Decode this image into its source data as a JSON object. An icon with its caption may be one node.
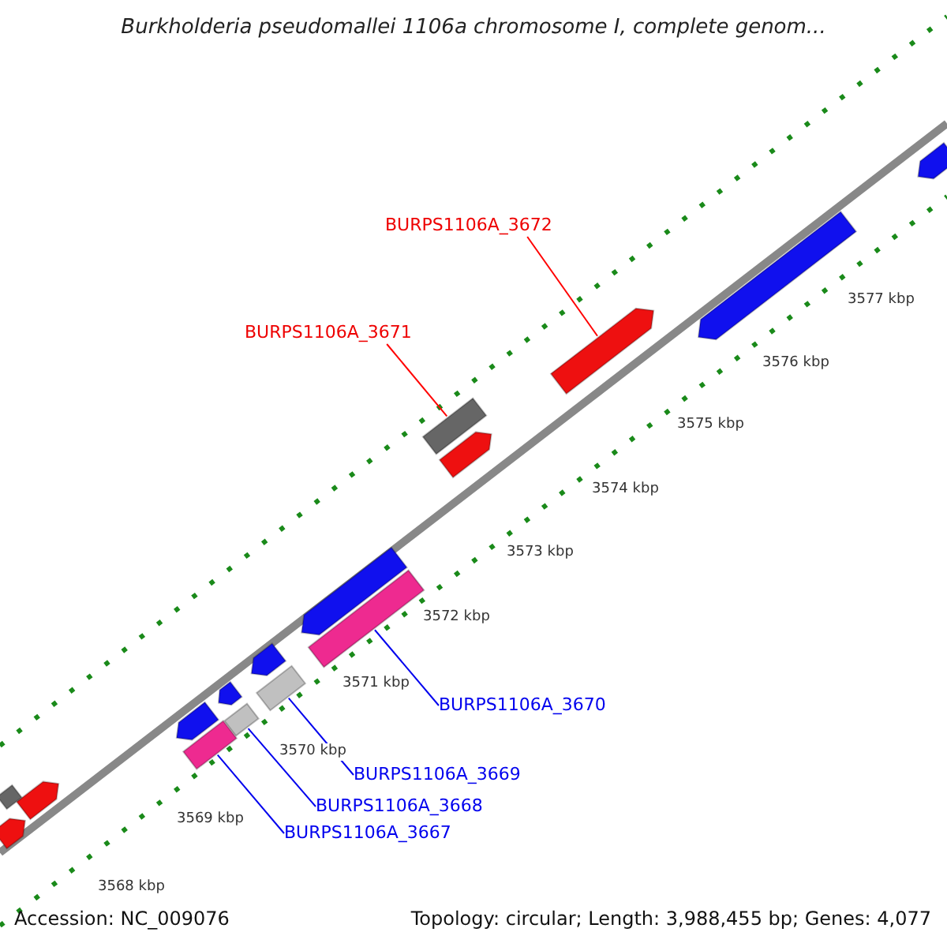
{
  "diagram": {
    "title": "Burkholderia pseudomallei 1106a chromosome I, complete genom...",
    "nodes": [
      {
        "text": [
          "BURPS1106A_3672"
        ]
      },
      {
        "text": [
          "BURPS1106A_3671"
        ]
      },
      {
        "text": [
          "BURPS1106A_3670"
        ]
      },
      {
        "text": [
          "BURPS1106A_3669"
        ]
      },
      {
        "text": [
          "BURPS1106A_3668"
        ]
      },
      {
        "text": [
          "BURPS1106A_3667"
        ]
      },
      {
        "text": [],
        "shape": "bar"
      },
      {
        "text": [],
        "shape": "bar"
      },
      {
        "text": [],
        "shape": "bar"
      },
      {
        "text": [],
        "shape": "bar"
      },
      {
        "text": [],
        "shape": "bar"
      },
      {
        "text": [],
        "shape": "bar"
      },
      {
        "text": [],
        "shape": "bar"
      },
      {
        "text": [],
        "shape": "bar"
      },
      {
        "text": [],
        "shape": "bar"
      },
      {
        "text": [],
        "shape": "bar"
      },
      {
        "text": [],
        "shape": "bar"
      },
      {
        "text": [],
        "shape": "bar"
      },
      {
        "text": [],
        "shape": "bar"
      },
      {
        "text": [],
        "shape": "bar"
      },
      {
        "text": [],
        "shape": "bar"
      },
      {
        "text": [],
        "shape": "bar"
      }
    ],
    "edges": [
      {
        "from": 0,
        "to": 8,
        "arrow": "none",
        "color": "#ff0000"
      },
      {
        "from": 1,
        "to": 9,
        "arrow": "none",
        "color": "#ff0000"
      },
      {
        "from": 2,
        "to": 12,
        "arrow": "none"
      },
      {
        "from": 3,
        "to": 14,
        "arrow": "none"
      },
      {
        "from": 4,
        "to": 16,
        "arrow": "none"
      },
      {
        "from": 5,
        "to": 18,
        "arrow": "none"
      }
    ],
    "labels": [
      "3577 kbp",
      "3576 kbp",
      "3575 kbp",
      "3574 kbp",
      "3573 kbp",
      "3572 kbp",
      "3571 kbp",
      "3570 kbp",
      "3569 kbp",
      "3568 kbp",
      "Accession: NC_009076",
      "Topology: circular; Length: 3,988,455 bp; Genes: 4,077"
    ]
  }
}
